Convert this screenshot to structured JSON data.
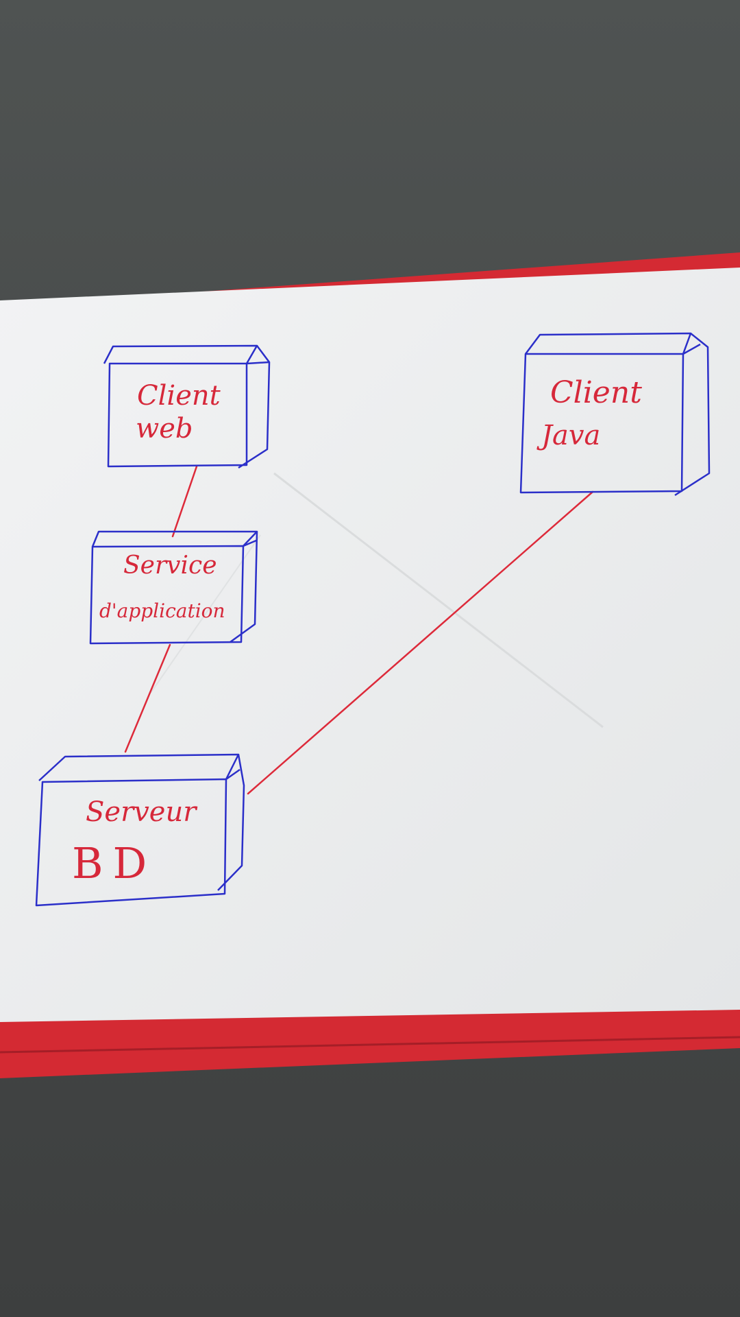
{
  "diagram": {
    "kind": "deployment",
    "colors": {
      "box_stroke": "#2b2fc9",
      "link_stroke": "#dd2a3a",
      "text": "#d6283a",
      "paper": "#eef0f1",
      "binder": "#d42a33",
      "table": "#4a4d4c"
    },
    "nodes": [
      {
        "id": "client-web",
        "lines": [
          "Client",
          "web"
        ]
      },
      {
        "id": "service-application",
        "lines": [
          "Service",
          "d'application"
        ]
      },
      {
        "id": "client-java",
        "lines": [
          "Client",
          "Java"
        ]
      },
      {
        "id": "serveur-bd",
        "lines": [
          "Serveur",
          "BD"
        ]
      }
    ],
    "links": [
      {
        "from": "client-web",
        "to": "service-application"
      },
      {
        "from": "service-application",
        "to": "serveur-bd"
      },
      {
        "from": "client-java",
        "to": "serveur-bd"
      }
    ]
  }
}
